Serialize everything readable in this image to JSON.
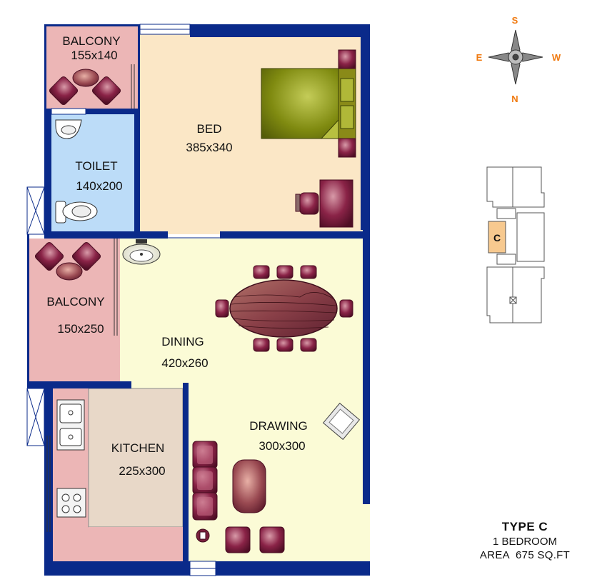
{
  "rooms": {
    "balcony_top": {
      "name": "BALCONY",
      "size": "155x140"
    },
    "bed": {
      "name": "BED",
      "size": "385x340"
    },
    "toilet": {
      "name": "TOILET",
      "size": "140x200"
    },
    "balcony_left": {
      "name": "BALCONY",
      "size": "150x250"
    },
    "dining": {
      "name": "DINING",
      "size": "420x260"
    },
    "drawing": {
      "name": "DRAWING",
      "size": "300x300"
    },
    "kitchen": {
      "name": "KITCHEN",
      "size": "225x300"
    }
  },
  "compass": {
    "s": "S",
    "e": "E",
    "w": "W",
    "n": "N"
  },
  "keyplan": {
    "unit_label": "C"
  },
  "info": {
    "type": "TYPE C",
    "bedrooms": "1 BEDROOM",
    "area": "AREA  675 SQ.FT"
  },
  "colors": {
    "wall": "#0a2a8a",
    "bed_floor": "#fbe7c6",
    "balcony_floor": "#ecb6b6",
    "toilet_floor": "#bcdcf8",
    "living_floor": "#fbfbd6",
    "kitchen_floor": "#e8d8c8",
    "furniture": "#7a1f3d",
    "bed_cover": "#7f8a10",
    "compass_text": "#f07a10",
    "keyplan_highlight": "#f7c98f"
  }
}
